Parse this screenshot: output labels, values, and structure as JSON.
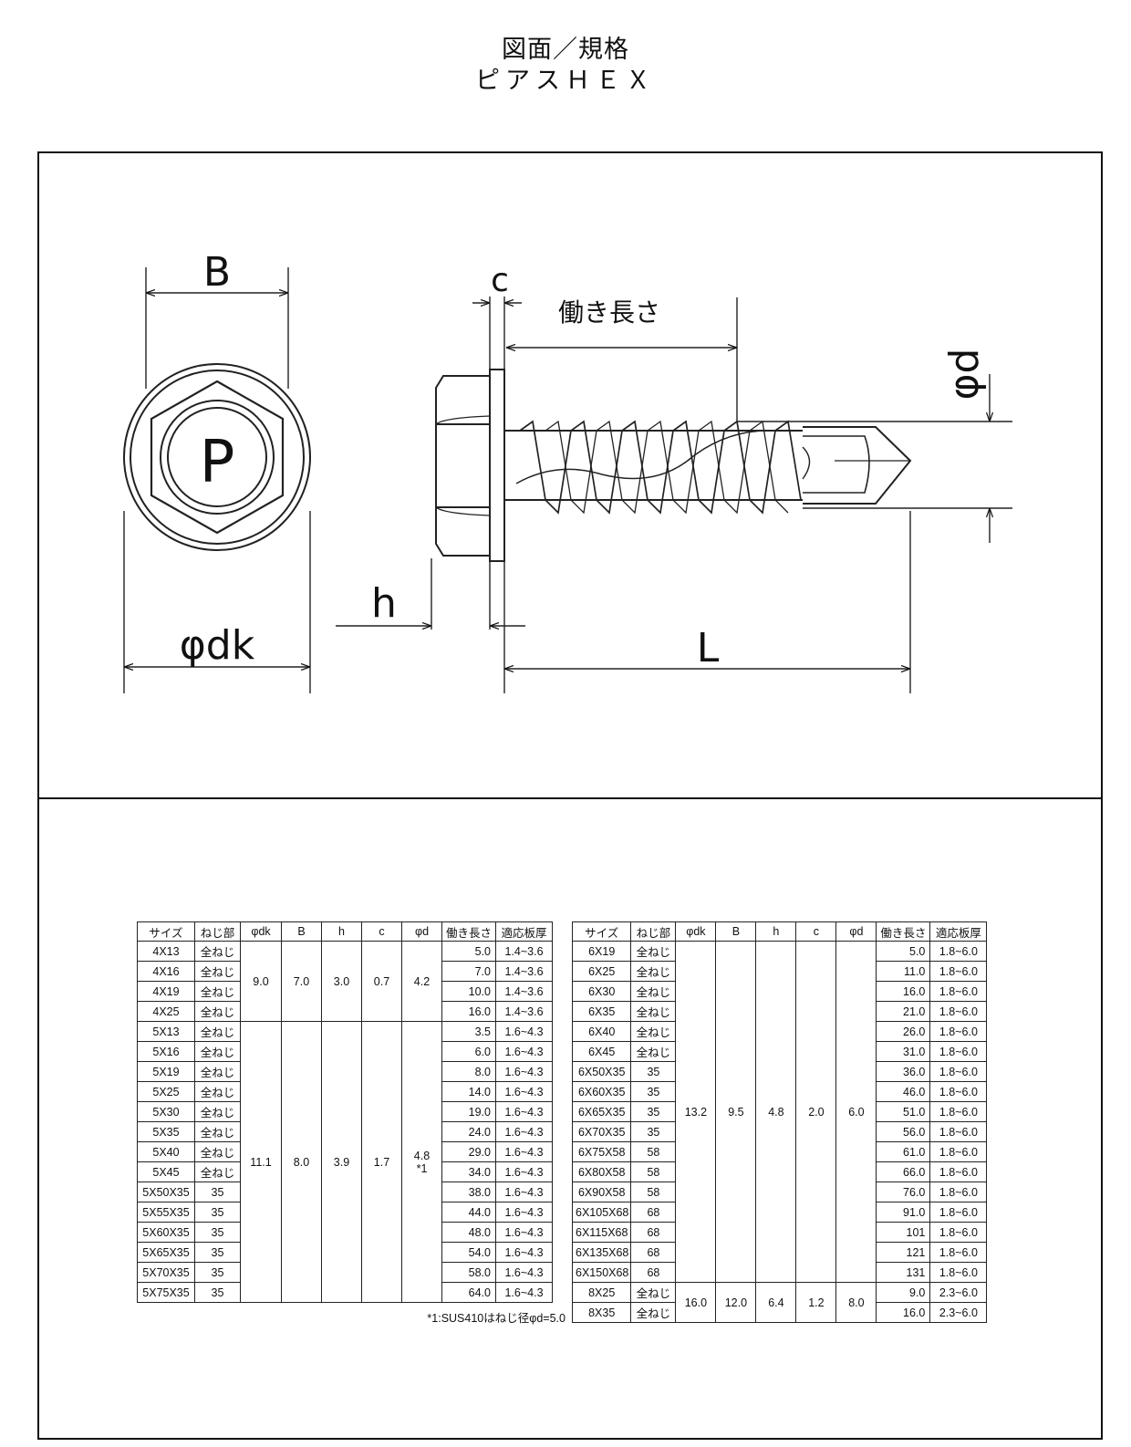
{
  "header": {
    "title_line1": "図面／規格",
    "title_line2": "ピアスＨＥＸ"
  },
  "drawing": {
    "head_letter": "P",
    "labels": {
      "B": "B",
      "c": "c",
      "working_length": "働き長さ",
      "phi_d": "φd",
      "h": "h",
      "phi_dk": "φdk",
      "L": "L"
    }
  },
  "table_left": {
    "headers": [
      "サイズ",
      "ねじ部",
      "φdk",
      "B",
      "h",
      "c",
      "φd",
      "働き長さ",
      "適応板厚"
    ],
    "groups": [
      {
        "dk": "9.0",
        "B": "7.0",
        "h": "3.0",
        "c": "0.7",
        "d": "4.2",
        "d_note": "",
        "rows": [
          {
            "size": "4X13",
            "thread": "全ねじ",
            "work": "5.0",
            "plate": "1.4~3.6"
          },
          {
            "size": "4X16",
            "thread": "全ねじ",
            "work": "7.0",
            "plate": "1.4~3.6"
          },
          {
            "size": "4X19",
            "thread": "全ねじ",
            "work": "10.0",
            "plate": "1.4~3.6"
          },
          {
            "size": "4X25",
            "thread": "全ねじ",
            "work": "16.0",
            "plate": "1.4~3.6"
          }
        ]
      },
      {
        "dk": "11.1",
        "B": "8.0",
        "h": "3.9",
        "c": "1.7",
        "d": "4.8",
        "d_note": "*1",
        "rows": [
          {
            "size": "5X13",
            "thread": "全ねじ",
            "work": "3.5",
            "plate": "1.6~4.3"
          },
          {
            "size": "5X16",
            "thread": "全ねじ",
            "work": "6.0",
            "plate": "1.6~4.3"
          },
          {
            "size": "5X19",
            "thread": "全ねじ",
            "work": "8.0",
            "plate": "1.6~4.3"
          },
          {
            "size": "5X25",
            "thread": "全ねじ",
            "work": "14.0",
            "plate": "1.6~4.3"
          },
          {
            "size": "5X30",
            "thread": "全ねじ",
            "work": "19.0",
            "plate": "1.6~4.3"
          },
          {
            "size": "5X35",
            "thread": "全ねじ",
            "work": "24.0",
            "plate": "1.6~4.3"
          },
          {
            "size": "5X40",
            "thread": "全ねじ",
            "work": "29.0",
            "plate": "1.6~4.3"
          },
          {
            "size": "5X45",
            "thread": "全ねじ",
            "work": "34.0",
            "plate": "1.6~4.3"
          },
          {
            "size": "5X50X35",
            "thread": "35",
            "work": "38.0",
            "plate": "1.6~4.3"
          },
          {
            "size": "5X55X35",
            "thread": "35",
            "work": "44.0",
            "plate": "1.6~4.3"
          },
          {
            "size": "5X60X35",
            "thread": "35",
            "work": "48.0",
            "plate": "1.6~4.3"
          },
          {
            "size": "5X65X35",
            "thread": "35",
            "work": "54.0",
            "plate": "1.6~4.3"
          },
          {
            "size": "5X70X35",
            "thread": "35",
            "work": "58.0",
            "plate": "1.6~4.3"
          },
          {
            "size": "5X75X35",
            "thread": "35",
            "work": "64.0",
            "plate": "1.6~4.3"
          }
        ]
      }
    ],
    "footnote": "*1:SUS410はねじ径φd=5.0"
  },
  "table_right": {
    "headers": [
      "サイズ",
      "ねじ部",
      "φdk",
      "B",
      "h",
      "c",
      "φd",
      "働き長さ",
      "適応板厚"
    ],
    "groups": [
      {
        "dk": "13.2",
        "B": "9.5",
        "h": "4.8",
        "c": "2.0",
        "d": "6.0",
        "d_note": "",
        "rows": [
          {
            "size": "6X19",
            "thread": "全ねじ",
            "work": "5.0",
            "plate": "1.8~6.0"
          },
          {
            "size": "6X25",
            "thread": "全ねじ",
            "work": "11.0",
            "plate": "1.8~6.0"
          },
          {
            "size": "6X30",
            "thread": "全ねじ",
            "work": "16.0",
            "plate": "1.8~6.0"
          },
          {
            "size": "6X35",
            "thread": "全ねじ",
            "work": "21.0",
            "plate": "1.8~6.0"
          },
          {
            "size": "6X40",
            "thread": "全ねじ",
            "work": "26.0",
            "plate": "1.8~6.0"
          },
          {
            "size": "6X45",
            "thread": "全ねじ",
            "work": "31.0",
            "plate": "1.8~6.0"
          },
          {
            "size": "6X50X35",
            "thread": "35",
            "work": "36.0",
            "plate": "1.8~6.0"
          },
          {
            "size": "6X60X35",
            "thread": "35",
            "work": "46.0",
            "plate": "1.8~6.0"
          },
          {
            "size": "6X65X35",
            "thread": "35",
            "work": "51.0",
            "plate": "1.8~6.0"
          },
          {
            "size": "6X70X35",
            "thread": "35",
            "work": "56.0",
            "plate": "1.8~6.0"
          },
          {
            "size": "6X75X58",
            "thread": "58",
            "work": "61.0",
            "plate": "1.8~6.0"
          },
          {
            "size": "6X80X58",
            "thread": "58",
            "work": "66.0",
            "plate": "1.8~6.0"
          },
          {
            "size": "6X90X58",
            "thread": "58",
            "work": "76.0",
            "plate": "1.8~6.0"
          },
          {
            "size": "6X105X68",
            "thread": "68",
            "work": "91.0",
            "plate": "1.8~6.0"
          },
          {
            "size": "6X115X68",
            "thread": "68",
            "work": "101",
            "plate": "1.8~6.0"
          },
          {
            "size": "6X135X68",
            "thread": "68",
            "work": "121",
            "plate": "1.8~6.0"
          },
          {
            "size": "6X150X68",
            "thread": "68",
            "work": "131",
            "plate": "1.8~6.0"
          }
        ]
      },
      {
        "dk": "16.0",
        "B": "12.0",
        "h": "6.4",
        "c": "1.2",
        "d": "8.0",
        "d_note": "",
        "rows": [
          {
            "size": "8X25",
            "thread": "全ねじ",
            "work": "9.0",
            "plate": "2.3~6.0"
          },
          {
            "size": "8X35",
            "thread": "全ねじ",
            "work": "16.0",
            "plate": "2.3~6.0"
          }
        ]
      }
    ]
  }
}
